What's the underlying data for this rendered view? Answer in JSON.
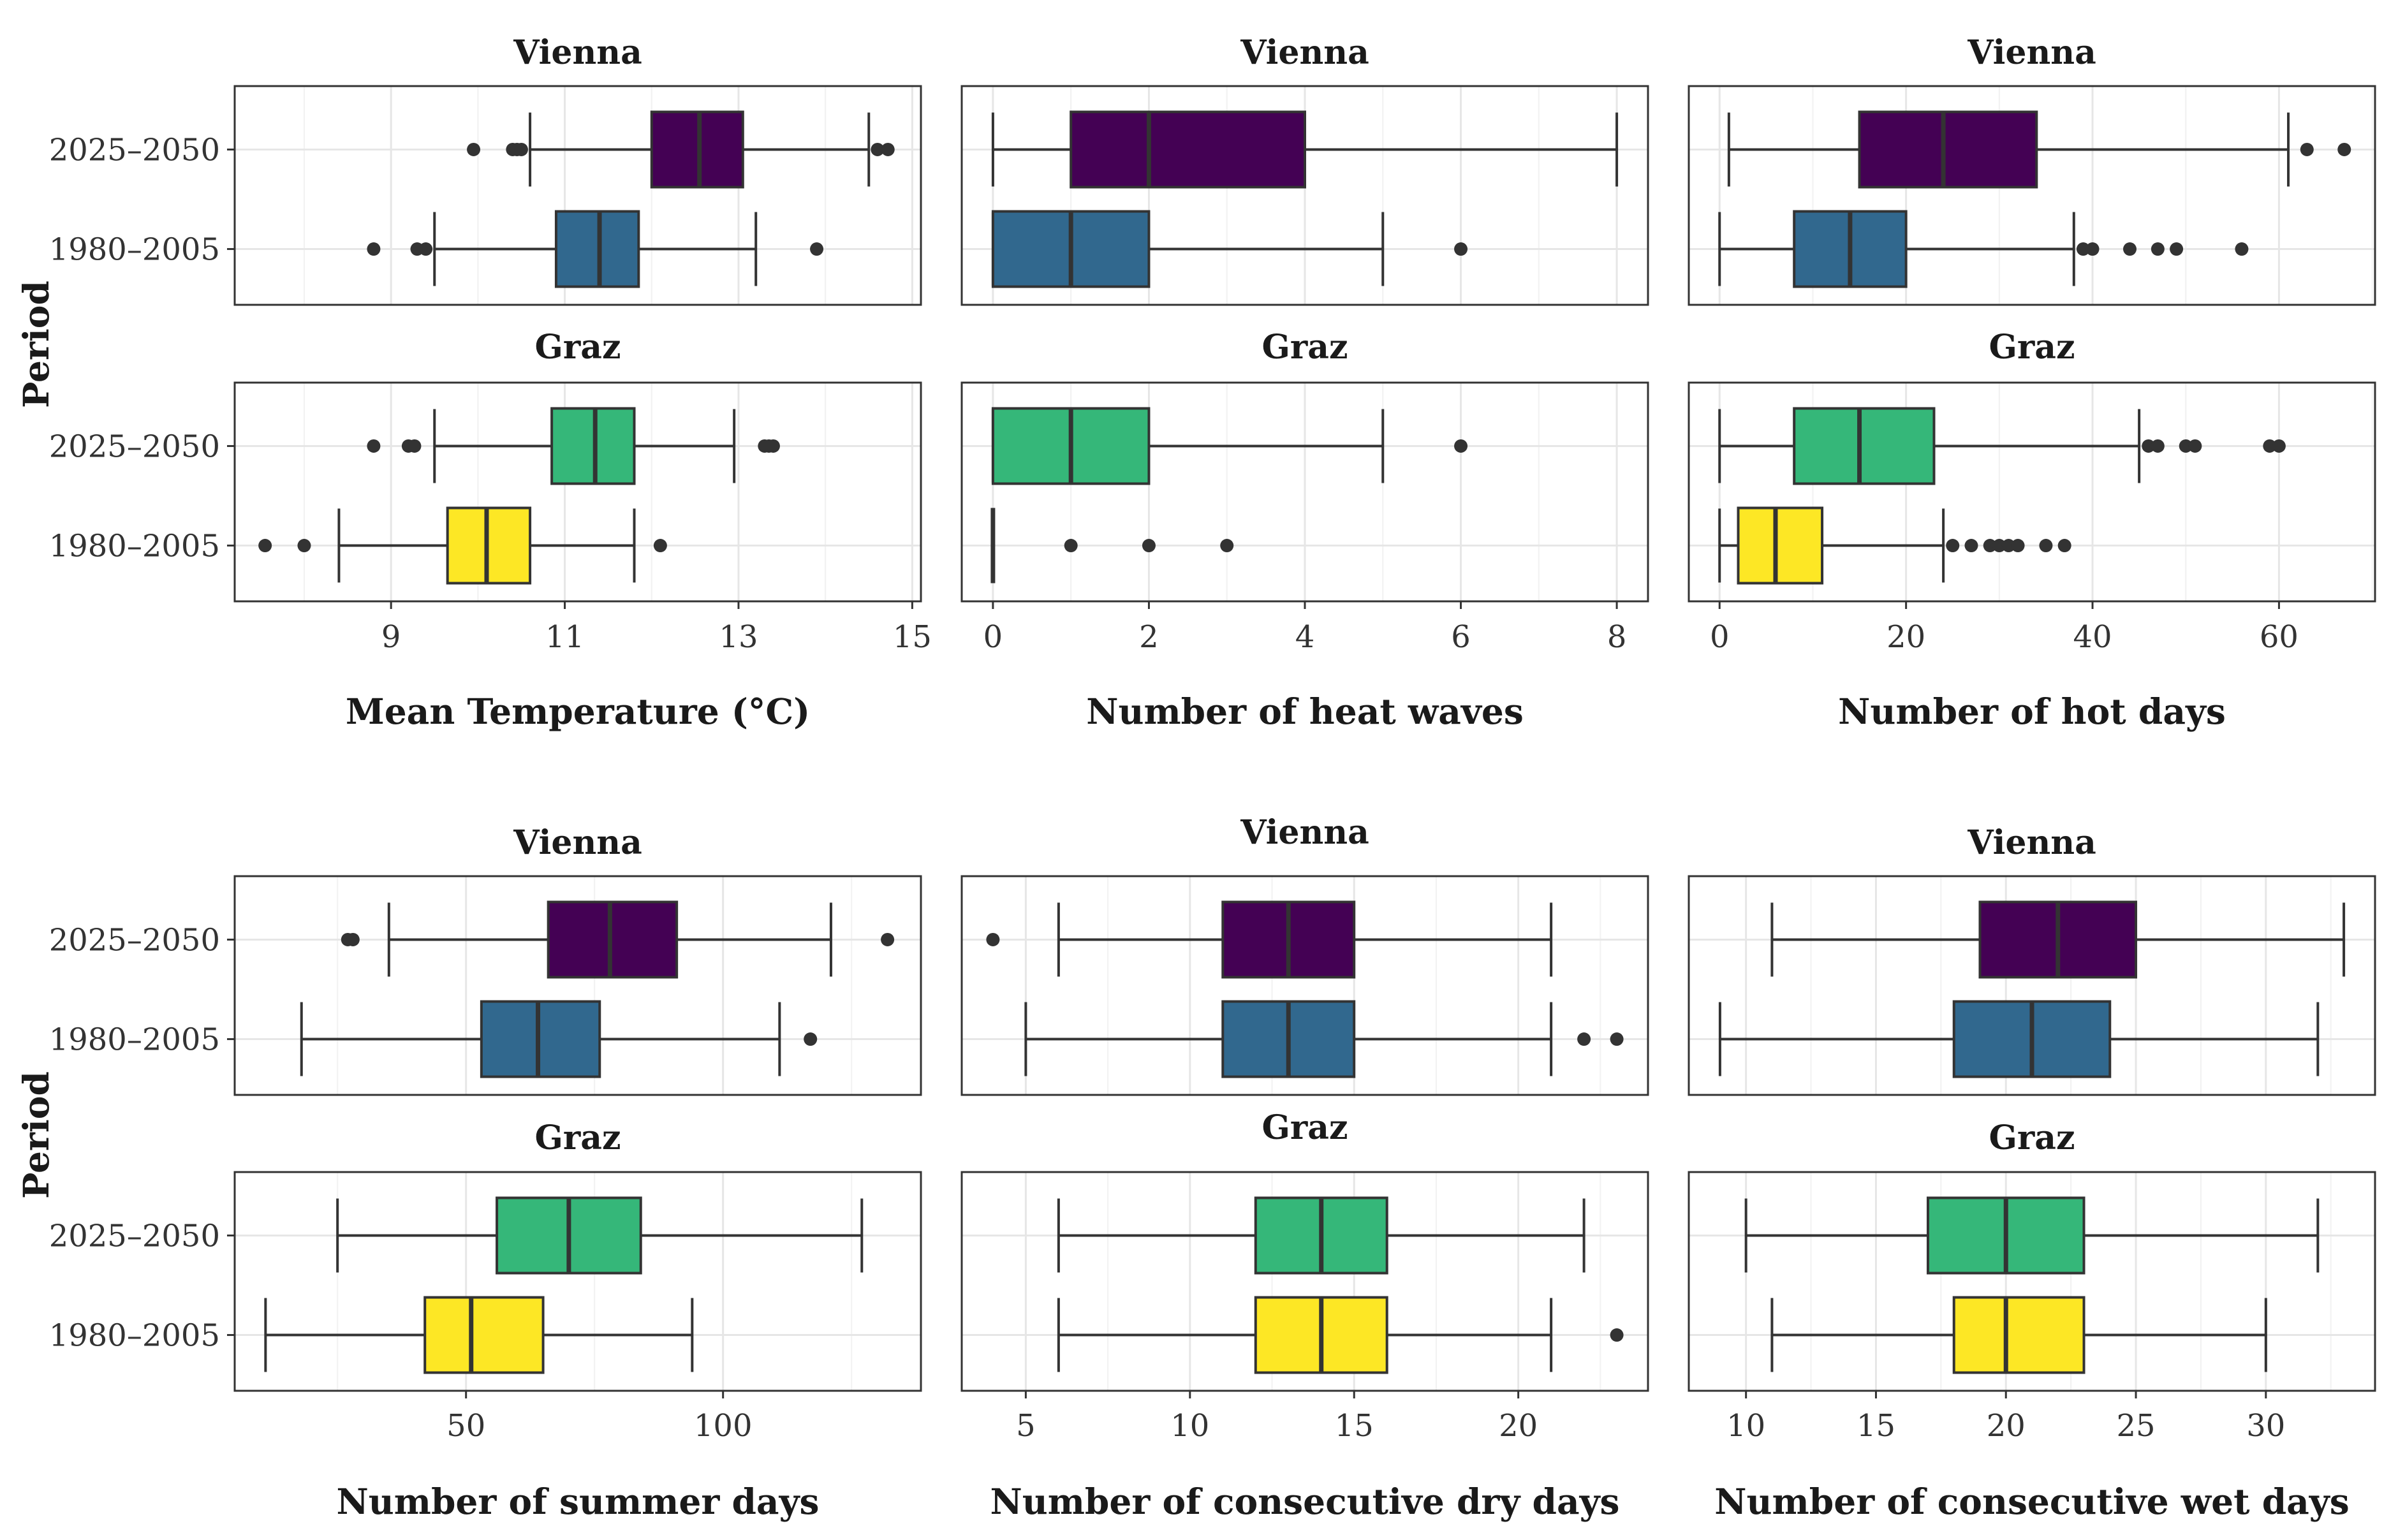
{
  "y_title": "Period",
  "periods": [
    "2025–2050",
    "1980–2005"
  ],
  "colors": {
    "Vienna 2025–2050": "#440154",
    "Vienna 1980–2005": "#31688E",
    "Graz 2025–2050": "#35B779",
    "Graz 1980–2005": "#FDE725"
  },
  "chart_data": [
    {
      "type": "boxplot",
      "xlabel": "Mean Temperature (°C)",
      "xlim": [
        7.2,
        15.1
      ],
      "xticks": [
        9,
        11,
        13,
        15
      ],
      "panels": [
        {
          "title": "Vienna",
          "boxes": [
            {
              "period": "2025–2050",
              "min": 10.6,
              "q1": 12.0,
              "median": 12.55,
              "q3": 13.05,
              "max": 14.5,
              "outliers": [
                9.95,
                10.4,
                10.45,
                10.5,
                14.6,
                14.72
              ]
            },
            {
              "period": "1980–2005",
              "min": 9.5,
              "q1": 10.9,
              "median": 11.4,
              "q3": 11.85,
              "max": 13.2,
              "outliers": [
                8.8,
                9.3,
                9.4,
                13.9
              ]
            }
          ]
        },
        {
          "title": "Graz",
          "boxes": [
            {
              "period": "2025–2050",
              "min": 9.5,
              "q1": 10.85,
              "median": 11.35,
              "q3": 11.8,
              "max": 12.95,
              "outliers": [
                8.8,
                9.2,
                9.27,
                13.3,
                13.35,
                13.4
              ]
            },
            {
              "period": "1980–2005",
              "min": 8.4,
              "q1": 9.65,
              "median": 10.1,
              "q3": 10.6,
              "max": 11.8,
              "outliers": [
                7.55,
                8.0,
                12.1
              ]
            }
          ]
        }
      ]
    },
    {
      "type": "boxplot",
      "xlabel": "Number of heat waves",
      "xlim": [
        -0.4,
        8.4
      ],
      "xticks": [
        0,
        2,
        4,
        6,
        8
      ],
      "panels": [
        {
          "title": "Vienna",
          "boxes": [
            {
              "period": "2025–2050",
              "min": 0,
              "q1": 1,
              "median": 2,
              "q3": 4,
              "max": 8,
              "outliers": []
            },
            {
              "period": "1980–2005",
              "min": 0,
              "q1": 0,
              "median": 1,
              "q3": 2,
              "max": 5,
              "outliers": [
                6
              ]
            }
          ]
        },
        {
          "title": "Graz",
          "boxes": [
            {
              "period": "2025–2050",
              "min": 0,
              "q1": 0,
              "median": 1,
              "q3": 2,
              "max": 5,
              "outliers": [
                6
              ]
            },
            {
              "period": "1980–2005",
              "min": 0,
              "q1": 0,
              "median": 0,
              "q3": 0,
              "max": 0,
              "outliers": [
                1,
                2,
                3
              ]
            }
          ]
        }
      ]
    },
    {
      "type": "boxplot",
      "xlabel": "Number of hot days",
      "xlim": [
        -3.3,
        70.3
      ],
      "xticks": [
        0,
        20,
        40,
        60
      ],
      "panels": [
        {
          "title": "Vienna",
          "boxes": [
            {
              "period": "2025–2050",
              "min": 1,
              "q1": 15,
              "median": 24,
              "q3": 34,
              "max": 61,
              "outliers": [
                63,
                67
              ]
            },
            {
              "period": "1980–2005",
              "min": 0,
              "q1": 8,
              "median": 14,
              "q3": 20,
              "max": 38,
              "outliers": [
                39,
                40,
                44,
                47,
                49,
                56
              ]
            }
          ]
        },
        {
          "title": "Graz",
          "boxes": [
            {
              "period": "2025–2050",
              "min": 0,
              "q1": 8,
              "median": 15,
              "q3": 23,
              "max": 45,
              "outliers": [
                46,
                47,
                50,
                51,
                59,
                60
              ]
            },
            {
              "period": "1980–2005",
              "min": 0,
              "q1": 2,
              "median": 6,
              "q3": 11,
              "max": 24,
              "outliers": [
                25,
                27,
                29,
                30,
                31,
                32,
                35,
                37
              ]
            }
          ]
        }
      ]
    },
    {
      "type": "boxplot",
      "xlabel": "Number of summer days",
      "xlim": [
        5.0,
        138.5
      ],
      "xticks": [
        50,
        100
      ],
      "panels": [
        {
          "title": "Vienna",
          "boxes": [
            {
              "period": "2025–2050",
              "min": 35,
              "q1": 66,
              "median": 78,
              "q3": 91,
              "max": 121,
              "outliers": [
                27,
                28,
                132
              ]
            },
            {
              "period": "1980–2005",
              "min": 18,
              "q1": 53,
              "median": 64,
              "q3": 76,
              "max": 111,
              "outliers": [
                117
              ]
            }
          ]
        },
        {
          "title": "Graz",
          "boxes": [
            {
              "period": "2025–2050",
              "min": 25,
              "q1": 56,
              "median": 70,
              "q3": 84,
              "max": 127,
              "outliers": []
            },
            {
              "period": "1980–2005",
              "min": 11,
              "q1": 42,
              "median": 51,
              "q3": 65,
              "max": 94,
              "outliers": []
            }
          ]
        }
      ]
    },
    {
      "type": "boxplot",
      "xlabel": "Number of consecutive dry days",
      "xlim": [
        3.05,
        23.95
      ],
      "xticks": [
        5,
        10,
        15,
        20
      ],
      "panels": [
        {
          "title": "Vienna",
          "boxes": [
            {
              "period": "2025–2050",
              "min": 6,
              "q1": 11,
              "median": 13,
              "q3": 15,
              "max": 21,
              "outliers": [
                4
              ]
            },
            {
              "period": "1980–2005",
              "min": 5,
              "q1": 11,
              "median": 13,
              "q3": 15,
              "max": 21,
              "outliers": [
                22,
                23
              ]
            }
          ]
        },
        {
          "title": "Graz",
          "boxes": [
            {
              "period": "2025–2050",
              "min": 6,
              "q1": 12,
              "median": 14,
              "q3": 16,
              "max": 22,
              "outliers": []
            },
            {
              "period": "1980–2005",
              "min": 6,
              "q1": 12,
              "median": 14,
              "q3": 16,
              "max": 21,
              "outliers": [
                23
              ]
            }
          ]
        }
      ]
    },
    {
      "type": "boxplot",
      "xlabel": "Number of consecutive wet days",
      "xlim": [
        7.8,
        34.2
      ],
      "xticks": [
        10,
        15,
        20,
        25,
        30
      ],
      "panels": [
        {
          "title": "Vienna",
          "boxes": [
            {
              "period": "2025–2050",
              "min": 11,
              "q1": 19,
              "median": 22,
              "q3": 25,
              "max": 33,
              "outliers": []
            },
            {
              "period": "1980–2005",
              "min": 9,
              "q1": 18,
              "median": 21,
              "q3": 24,
              "max": 32,
              "outliers": []
            }
          ]
        },
        {
          "title": "Graz",
          "boxes": [
            {
              "period": "2025–2050",
              "min": 10,
              "q1": 17,
              "median": 20,
              "q3": 23,
              "max": 32,
              "outliers": []
            },
            {
              "period": "1980–2005",
              "min": 11,
              "q1": 18,
              "median": 20,
              "q3": 23,
              "max": 30,
              "outliers": []
            }
          ]
        }
      ]
    }
  ]
}
